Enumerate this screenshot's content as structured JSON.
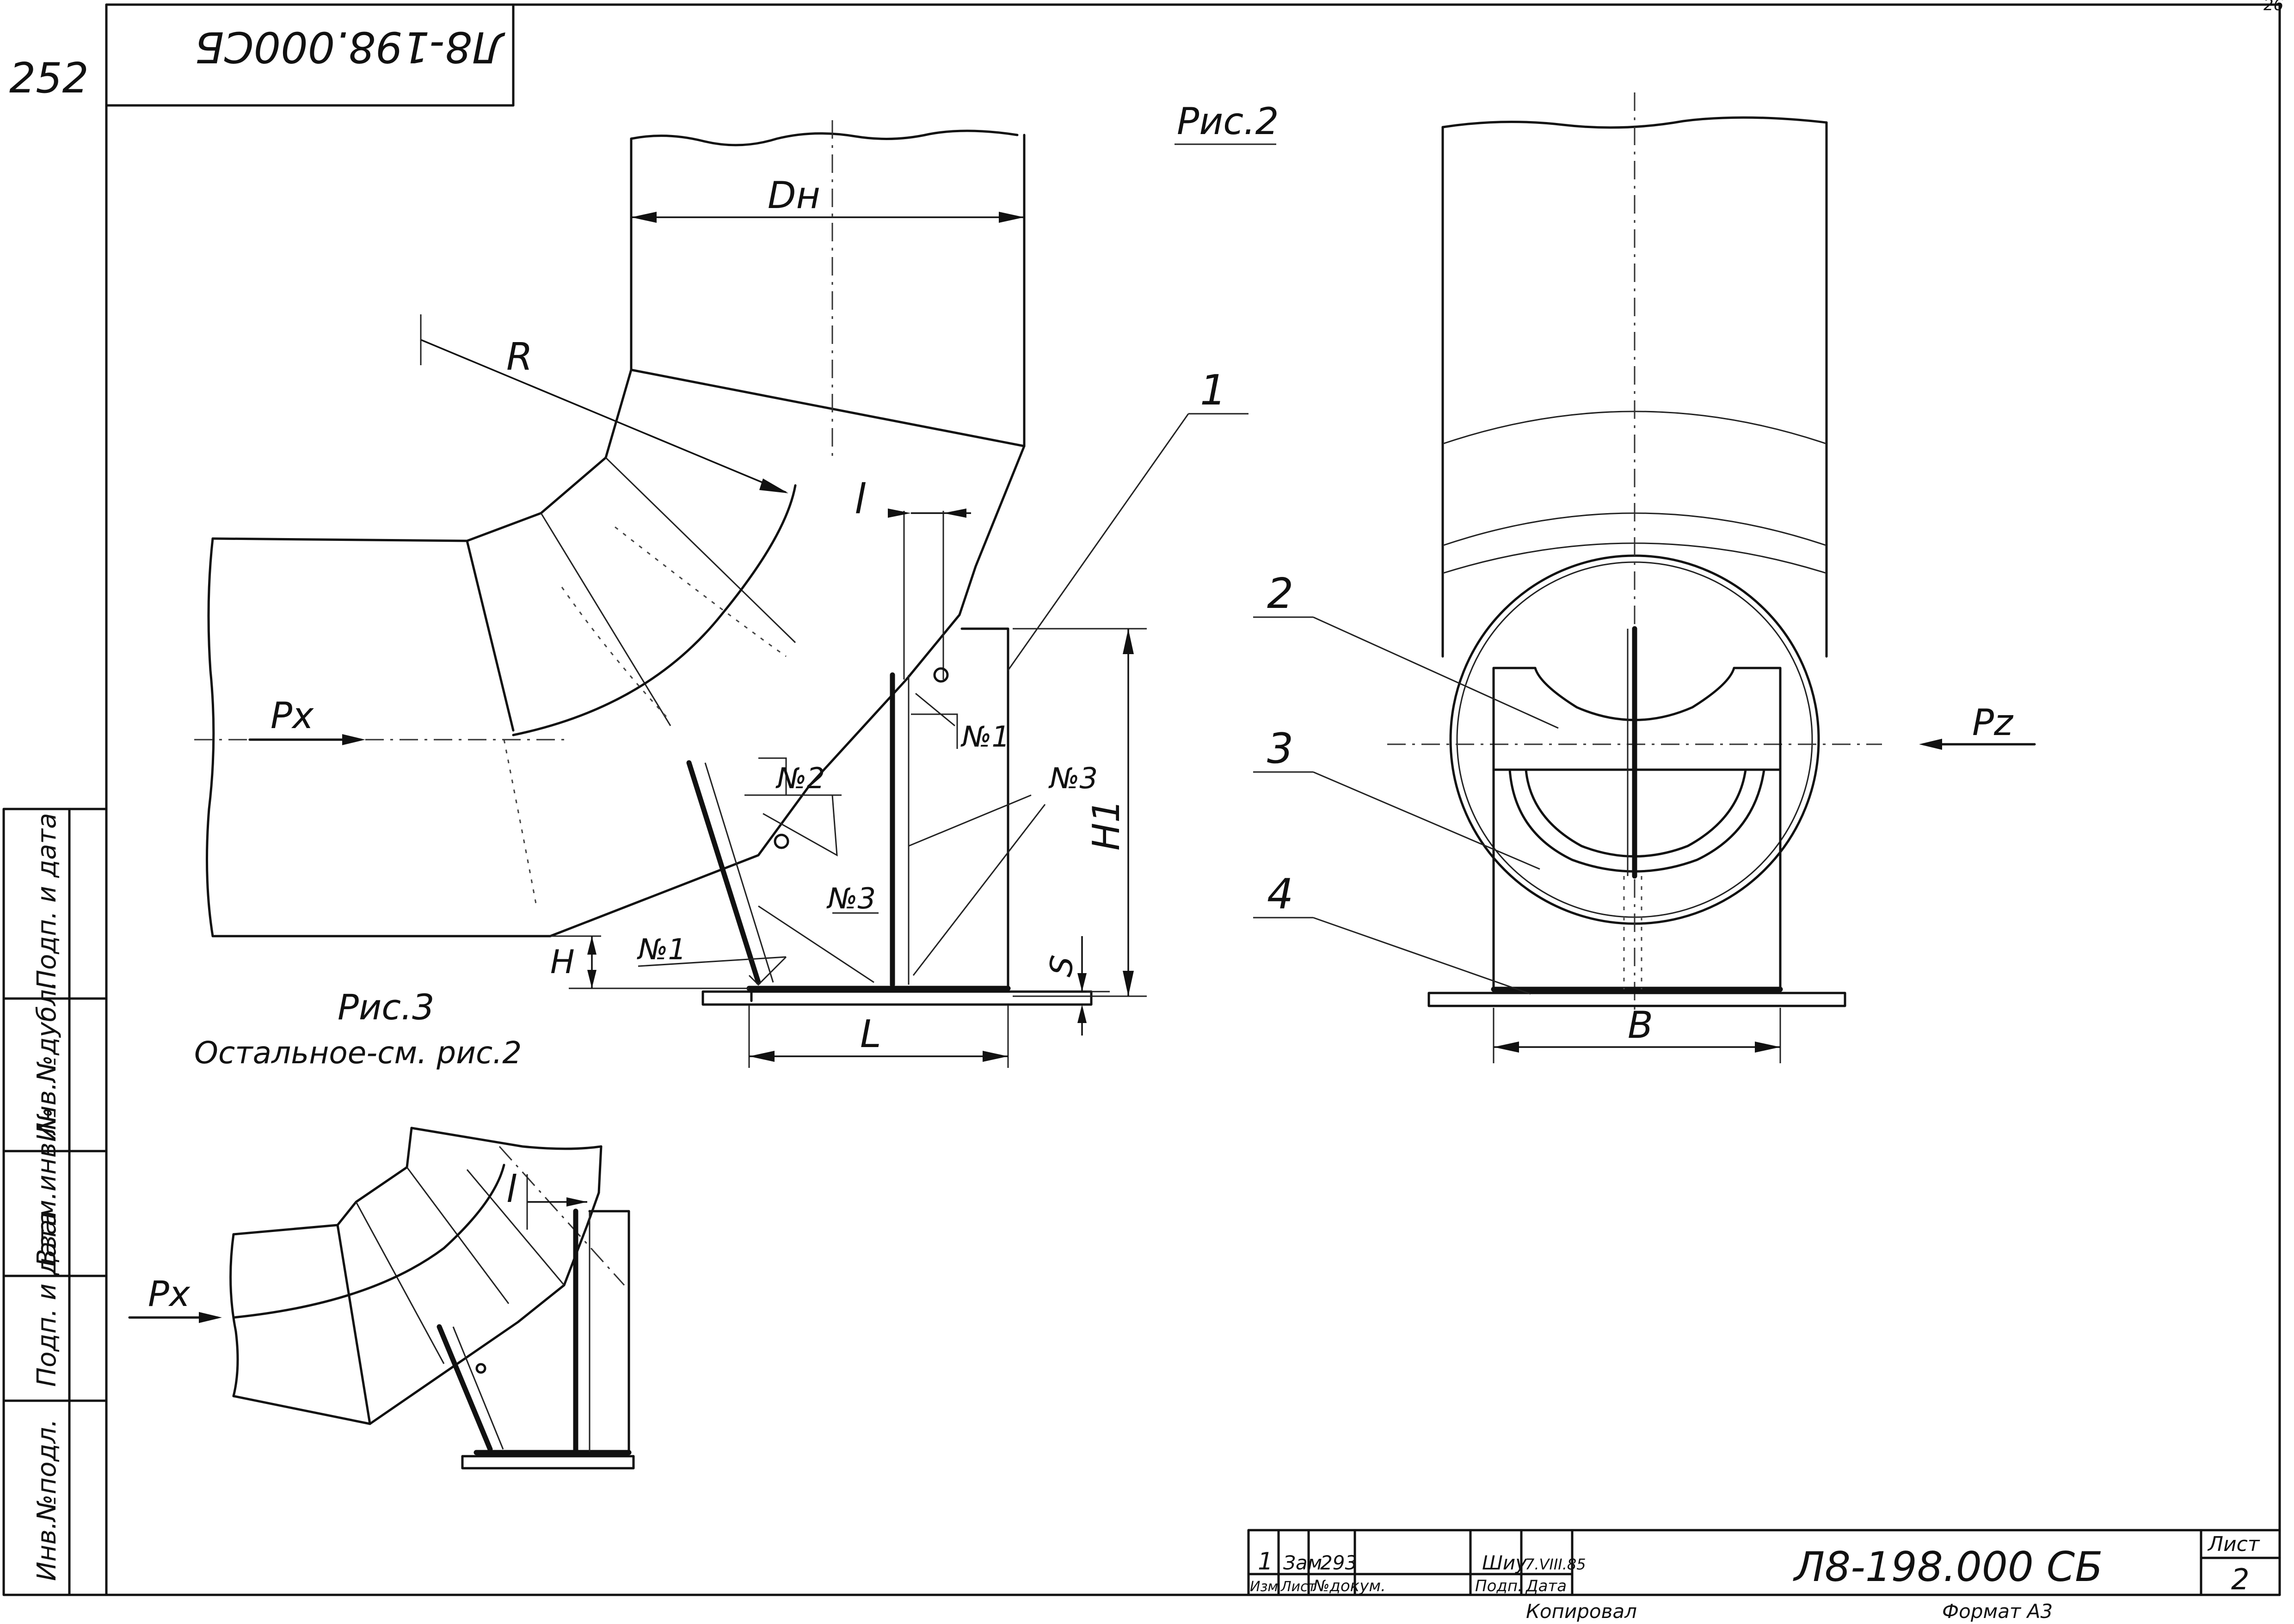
{
  "sheet_number_corner": "252",
  "top_right_mark": "26",
  "top_stamp": "Л8-198.000СБ",
  "fig2": {
    "title": "Рис.2",
    "label_Dn": "Dн",
    "label_R": "R",
    "label_l": "l",
    "label_px": "Px",
    "label_H1": "H1",
    "label_H": "H",
    "label_S": "S",
    "label_L": "L",
    "callout_1": "1",
    "weld_n1_top": "№1",
    "weld_n2": "№2",
    "weld_n3_right": "№3",
    "weld_n3_bottom": "№3",
    "weld_n1_bottom": "№1"
  },
  "side_view": {
    "callout_2": "2",
    "callout_3": "3",
    "callout_4": "4",
    "label_pz": "Pz",
    "label_B": "B"
  },
  "fig3": {
    "title": "Рис.3",
    "subtitle": "Остальное-см. рис.2",
    "label_l": "l",
    "label_px": "Px"
  },
  "left_strip": [
    "Инв.№подл.",
    "Подп. и дата",
    "Взам.инв.№",
    "Инв.№дубл.",
    "Подп. и дата"
  ],
  "title_block": {
    "rev_values": [
      "1",
      "Зам",
      "293",
      "Шиу",
      "7.VIII.85"
    ],
    "rev_headers": [
      "Изм",
      "Лист",
      "№докум.",
      "Подп.",
      "Дата"
    ],
    "designation": "Л8-198.000 СБ",
    "sheet_label": "Лист",
    "sheet_value": "2",
    "copied": "Копировал",
    "format": "Формат А3"
  }
}
